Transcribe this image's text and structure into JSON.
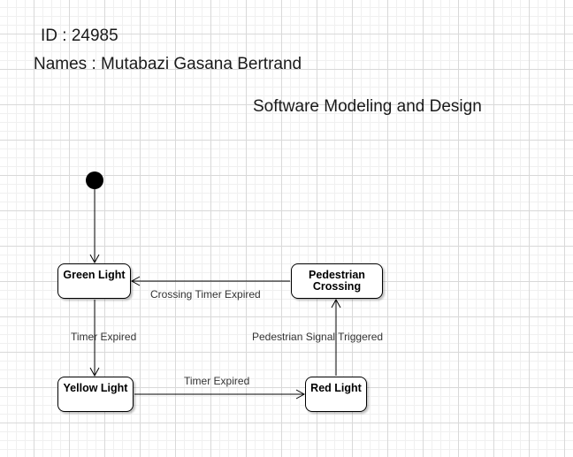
{
  "header": {
    "id_line": "ID : 24985",
    "names_line": "Names : Mutabazi Gasana Bertrand",
    "course_line": "Software Modeling and Design"
  },
  "states": {
    "green": "Green Light",
    "yellow": "Yellow Light",
    "red": "Red Light",
    "pedestrian_line1": "Pedestrian",
    "pedestrian_line2": "Crossing"
  },
  "transitions": {
    "green_to_yellow": "Timer Expired",
    "yellow_to_red": "Timer Expired",
    "red_to_pedestrian": "Pedestrian Signal Triggered",
    "pedestrian_to_green": "Crossing Timer Expired"
  },
  "colors": {
    "grid_major": "#d9d9d9",
    "grid_minor": "#f0f0f0",
    "line": "#000000",
    "label": "#333333"
  }
}
